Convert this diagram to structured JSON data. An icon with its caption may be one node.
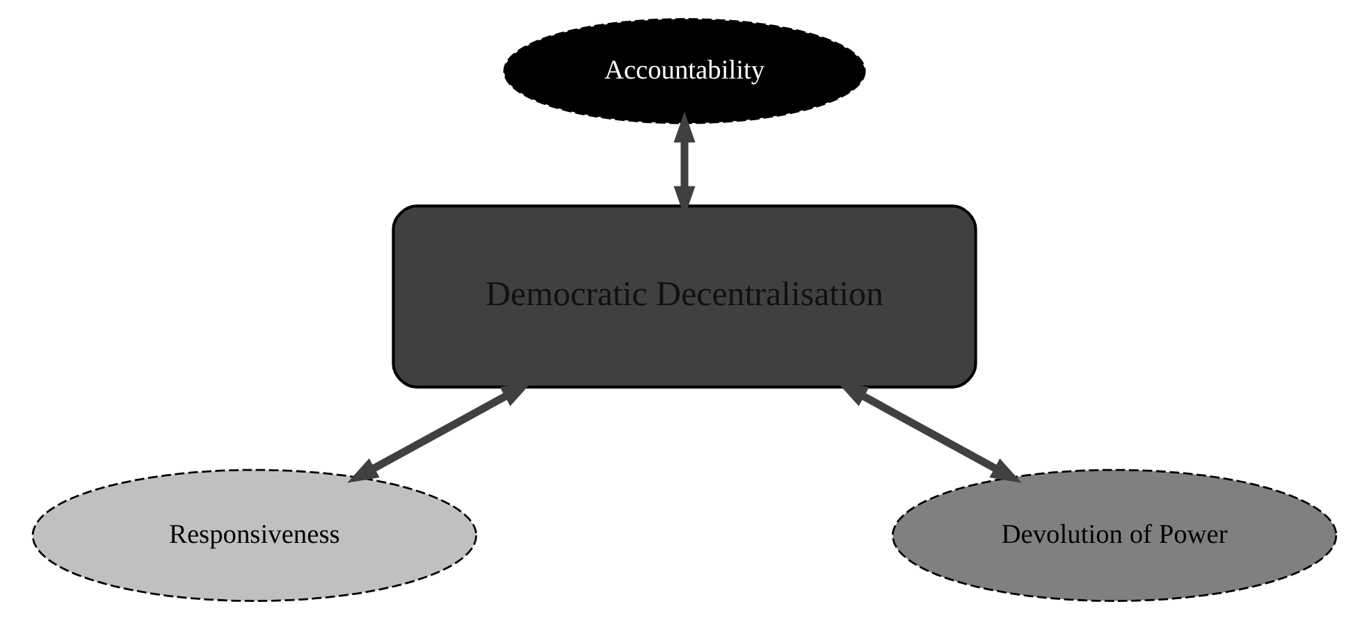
{
  "diagram": {
    "nodes": [
      {
        "text": [
          "Accountability"
        ]
      },
      {
        "text": [
          "Democratic Decentralisation"
        ]
      },
      {
        "text": [
          "Responsiveness"
        ]
      },
      {
        "text": [
          "Devolution of Power"
        ]
      }
    ],
    "edges": [
      {
        "from": 0,
        "to": 1,
        "arrow": "both"
      },
      {
        "from": 1,
        "to": 2,
        "arrow": "both"
      },
      {
        "from": 1,
        "to": 3,
        "arrow": "both"
      }
    ]
  }
}
